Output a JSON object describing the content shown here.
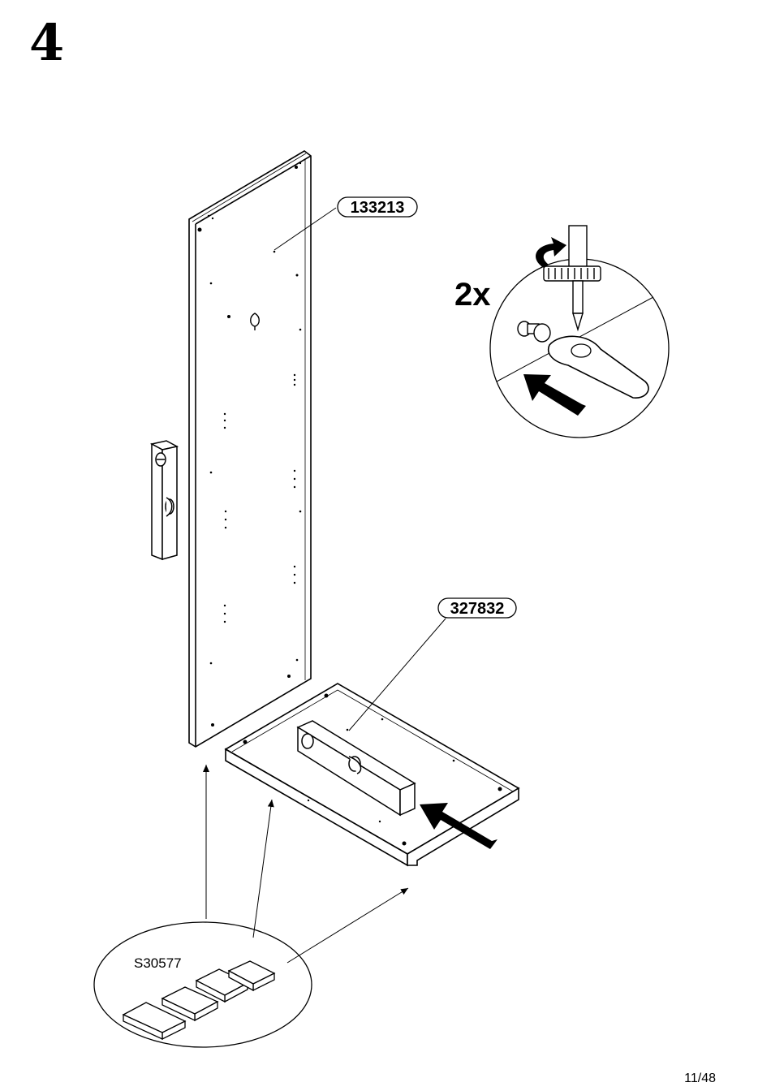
{
  "step": {
    "number": "4"
  },
  "page": {
    "number": "11/48"
  },
  "parts": {
    "side_panel": "133213",
    "bottom_panel": "327832"
  },
  "detail": {
    "quantity": "2x"
  },
  "hardware": {
    "code": "S30577"
  }
}
